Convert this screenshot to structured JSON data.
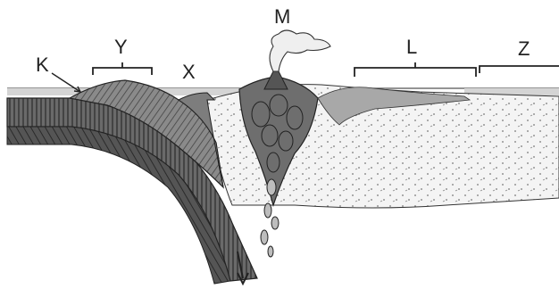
{
  "labels": {
    "k": "K",
    "y": "Y",
    "x": "X",
    "m": "M",
    "l": "L",
    "z": "Z"
  },
  "colors": {
    "ink": "#222222",
    "water": "#c9c9c9",
    "oceanic_crust": "#5a5a5a",
    "sediment_wedge": "#9a9a9a",
    "magma": "#7a7a7a",
    "continental_crust": "#f2f2f2"
  }
}
